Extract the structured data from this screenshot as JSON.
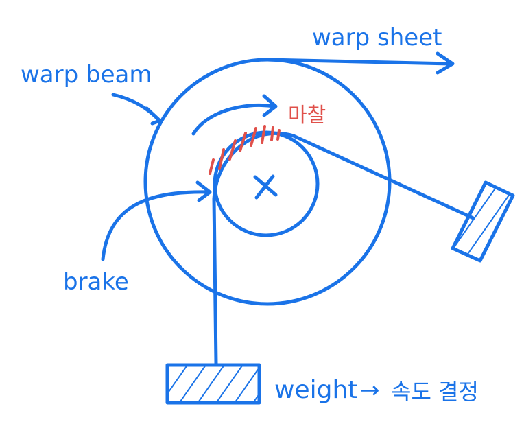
{
  "labels": {
    "warp_sheet": "warp sheet",
    "warp_beam": "warp beam",
    "friction": "마찰",
    "brake": "brake",
    "weight": "weight",
    "weight_arrow": "→",
    "speed_decision": "속도 결정"
  },
  "colors": {
    "ink": "#1a73e8",
    "friction": "#e0504a",
    "background": "#ffffff"
  },
  "icons": {
    "center": "x-mark-icon",
    "weight_block": "hatched-weight-block",
    "anchor_block": "hatched-anchor-block"
  }
}
